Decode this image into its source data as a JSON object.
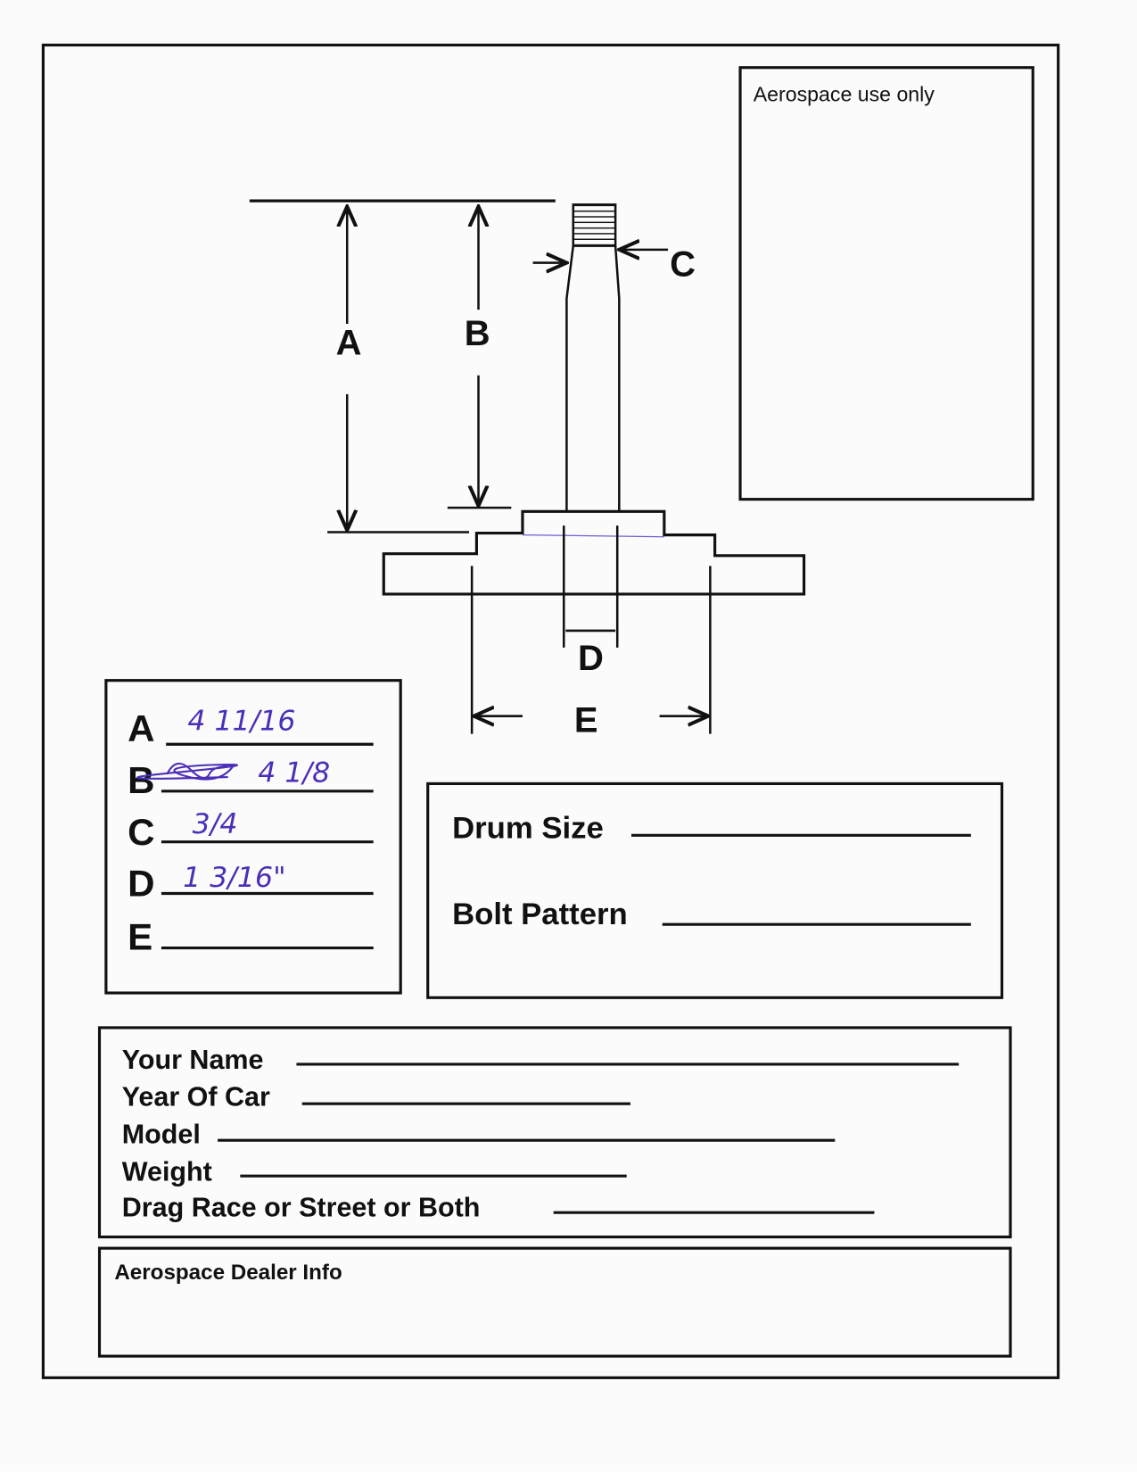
{
  "aerospace_box": {
    "label": "Aerospace use only"
  },
  "diagram": {
    "labels": {
      "a": "A",
      "b": "B",
      "c": "C",
      "d": "D",
      "e": "E"
    }
  },
  "measurements": [
    {
      "letter": "A",
      "value": "4 11/16"
    },
    {
      "letter": "B",
      "value": "4 1/8"
    },
    {
      "letter": "C",
      "value": "3/4"
    },
    {
      "letter": "D",
      "value": "1 3/16\""
    },
    {
      "letter": "E",
      "value": ""
    }
  ],
  "drum_box": {
    "drum_size_label": "Drum Size",
    "bolt_pattern_label": "Bolt Pattern"
  },
  "info_box": {
    "your_name": "Your Name",
    "year_of_car": "Year Of Car",
    "model": "Model",
    "weight": "Weight",
    "usage": "Drag Race or Street or Both"
  },
  "dealer_box": {
    "label": "Aerospace Dealer Info"
  },
  "colors": {
    "ink": "#111111",
    "pen": "#4b2fb8"
  }
}
